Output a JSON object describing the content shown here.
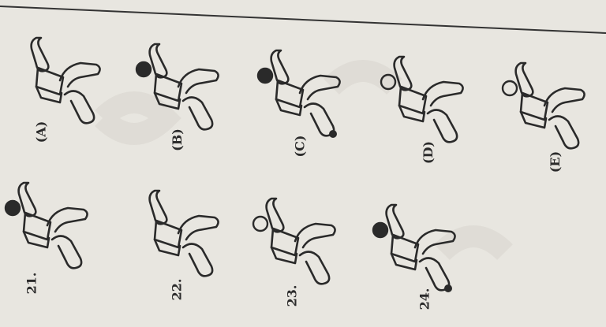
{
  "options": [
    {
      "label": "(A)",
      "head": "none",
      "foot": false
    },
    {
      "label": "(B)",
      "head": "filled",
      "foot": false
    },
    {
      "label": "(C)",
      "head": "filled",
      "foot": true
    },
    {
      "label": "(D)",
      "head": "hollow",
      "foot": false
    },
    {
      "label": "(E)",
      "head": "hollow",
      "foot": false
    }
  ],
  "problems": [
    {
      "label": "21.",
      "head": "filled",
      "foot": false
    },
    {
      "label": "22.",
      "head": "none",
      "foot": false
    },
    {
      "label": "23.",
      "head": "hollow",
      "foot": false
    },
    {
      "label": "24.",
      "head": "filled",
      "foot": true
    }
  ],
  "colors": {
    "ink": "#2a2a2a",
    "paper": "#e8e6e0"
  }
}
